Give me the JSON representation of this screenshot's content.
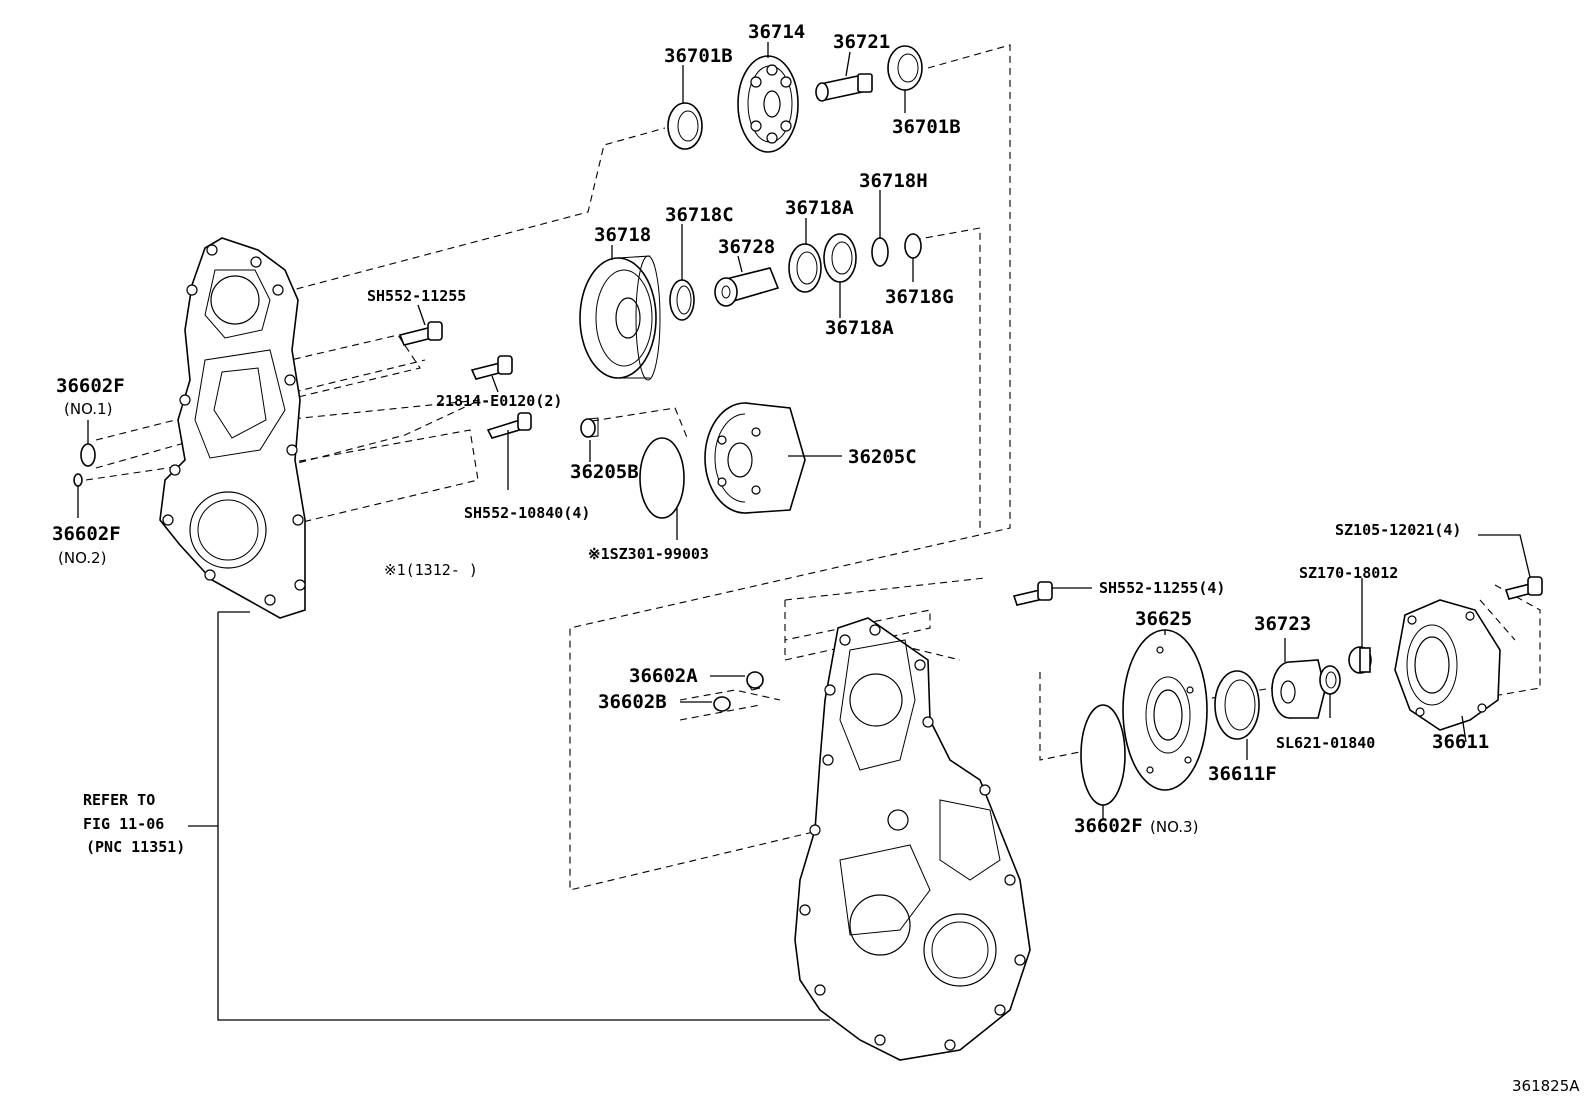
{
  "parts": {
    "p36701B_top": "36701B",
    "p36714": "36714",
    "p36721": "36721",
    "p36701B_right": "36701B",
    "p36718H": "36718H",
    "p36718C": "36718C",
    "p36718A_top": "36718A",
    "p36718": "36718",
    "p36728": "36728",
    "p36718G": "36718G",
    "p36718A_bot": "36718A",
    "pSH552_11255": "SH552-11255",
    "p21814": "21814-E0120(2)",
    "p36205B": "36205B",
    "p36205C": "36205C",
    "pSH552_10840": "SH552-10840(4)",
    "pSZ301": "※1SZ301-99003",
    "p36602F_no1": "36602F",
    "p36602F_no1_sub": "(NO.1)",
    "p36602F_no2": "36602F",
    "p36602F_no2_sub": "(NO.2)",
    "note1": "※1(1312-     )",
    "pSZ105": "SZ105-12021(4)",
    "pSH552_11255_4": "SH552-11255(4)",
    "pSZ170": "SZ170-18012",
    "p36625": "36625",
    "p36723": "36723",
    "p36602A": "36602A",
    "p36602B": "36602B",
    "pSL621": "SL621-01840",
    "p36611": "36611",
    "p36611F": "36611F",
    "p36602F_no3": "36602F",
    "p36602F_no3_sub": "(NO.3)"
  },
  "refer": {
    "line1": "REFER TO",
    "line2": "FIG 11-06",
    "line3": "(PNC 11351)"
  },
  "figure_id": "361825A"
}
